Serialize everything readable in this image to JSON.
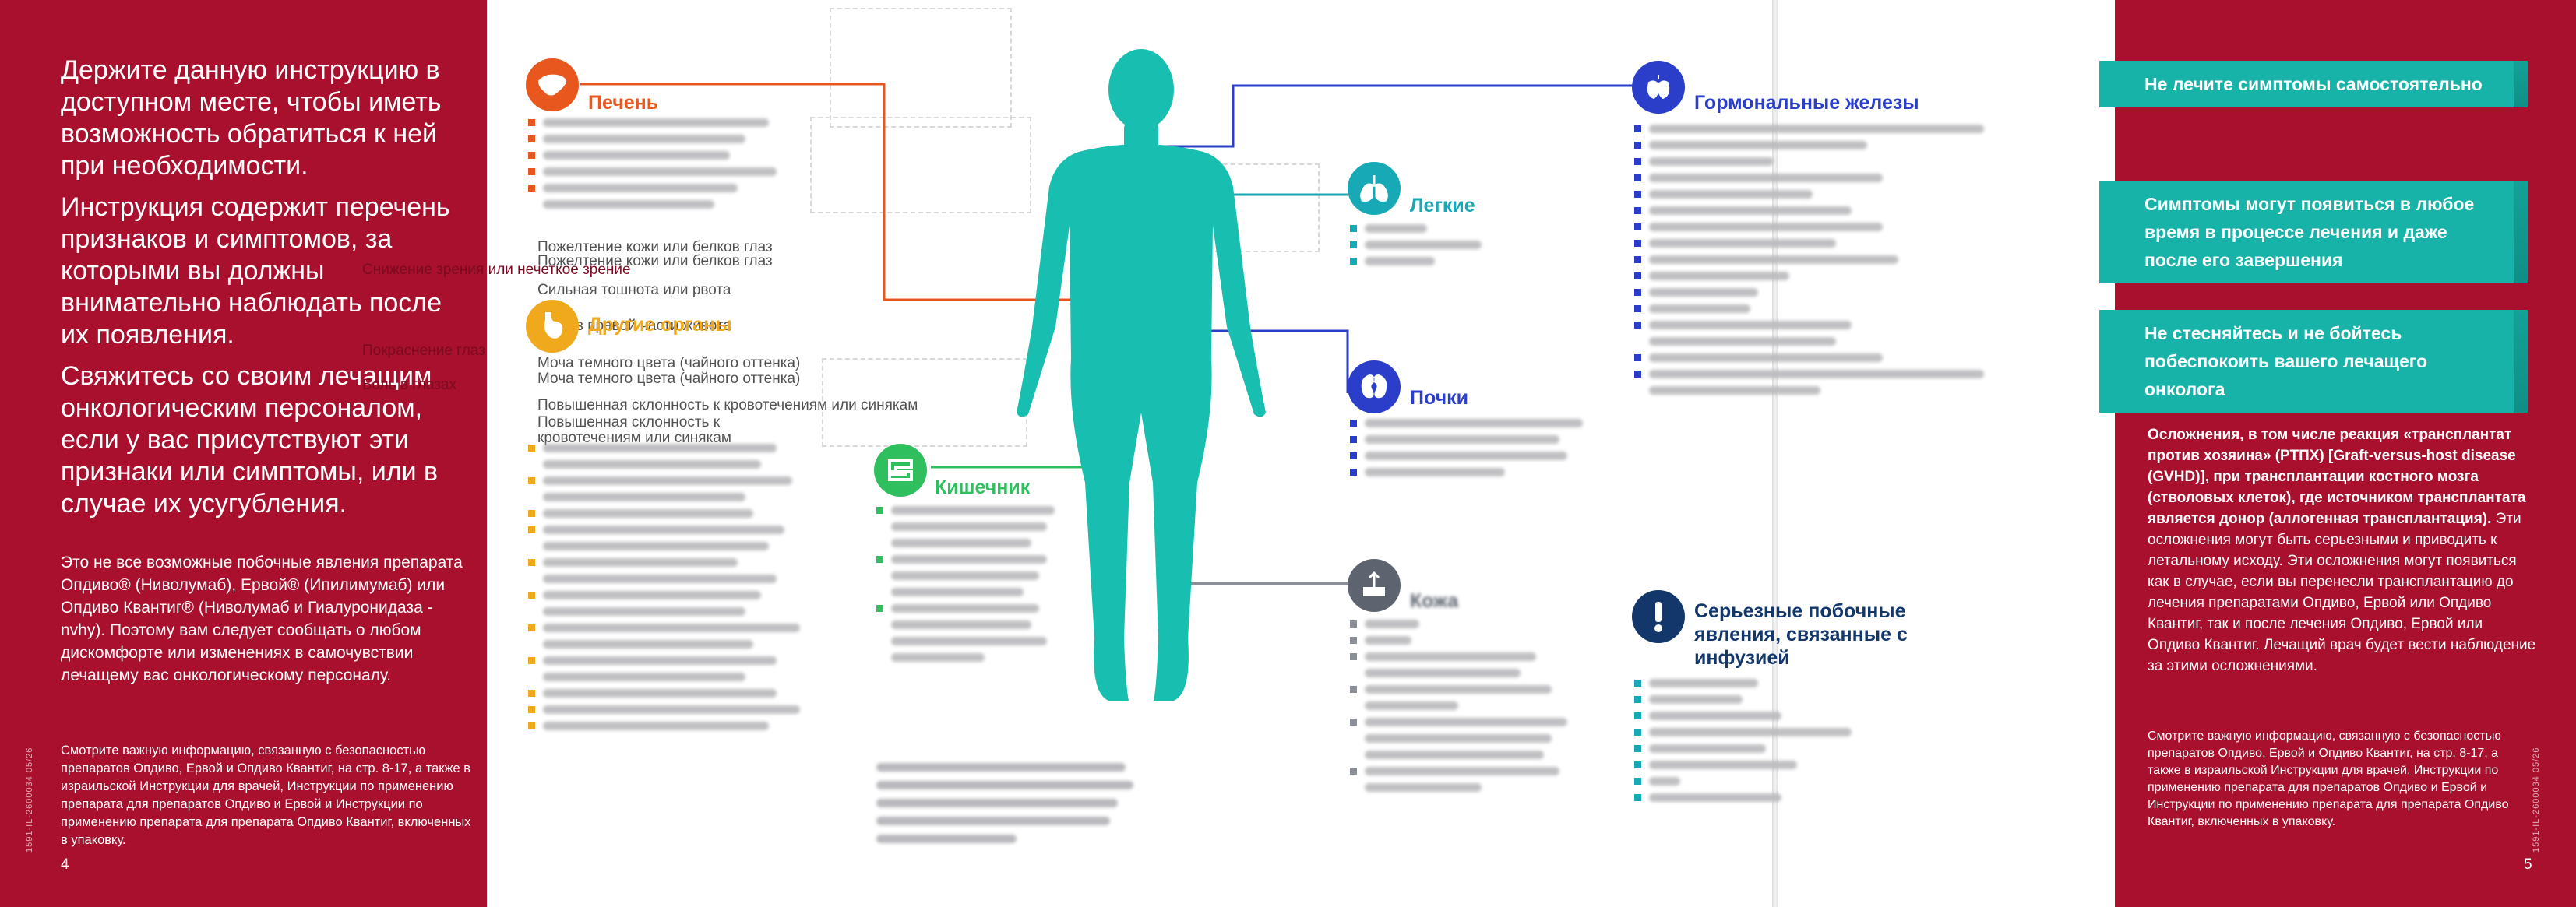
{
  "left_panel": {
    "para1": "Держите данную инструкцию в доступном месте, чтобы иметь возможность обратиться к ней при необходимости.",
    "para2": "Инструкция содержит перечень признаков и симптомов, за которыми вы должны внимательно наблюдать после их появления.",
    "para3": "Свяжитесь со своим лечащим онкологическим персоналом, если у вас присутствуют эти признаки или симптомы, или в случае их усугубления.",
    "para4": "Это не все возможные побочные явления препарата Опдиво® (Ниволумаб), Ервой® (Ипилимумаб) или Опдиво Квантиг® (Ниволумаб и Гиалуронидаза - nvhy). Поэтому вам следует сообщать о любом дискомфорте или изменениях в самочувствии лечащему вас онкологическому персоналу.",
    "para5": "Смотрите важную информацию, связанную с безопасностью препаратов Опдиво, Ервой и Опдиво Квантиг, на стр. 8-17, а также в израильской Инструкции для врачей, Инструкции по применению препарата для препаратов Опдиво и Ервой и Инструкции по применению препарата для препарата Опдиво Квантиг, включенных в упаковку.",
    "page_number": "4",
    "vertical_code": "1591-IL-2600034 05/26"
  },
  "sections": {
    "liver": "Печень",
    "digestive": "Другие органы",
    "intestine": "Кишечник",
    "hormonal": "Гормональные железы",
    "lungs": "Легкие",
    "kidneys": "Почки",
    "skin": "Кожа",
    "serious": "Серьезные побочные явления, связанные с инфузией"
  },
  "overlay_texts": {
    "t1": "Пожелтение кожи или белков глаз",
    "t2": "Пожелтение кожи или белков глаз",
    "t3": "Сильная тошнота или рвота",
    "t4": "Боль в правой части живота",
    "t5": "Моча темного цвета (чайного оттенка)",
    "t6": "Моча темного цвета (чайного оттенка)",
    "t7": "Повышенная склонность к кровотечениям или синякам",
    "t8": "Повышенная склонность к",
    "t9": "кровотечениям или синякам",
    "t10": "Покраснение глаз",
    "t11": "Боль в глазах",
    "t12": "Снижение зрения или нечеткое зрение"
  },
  "right_panel": {
    "box1": "Не лечите симптомы самостоятельно",
    "box2": "Симптомы могут появиться в любое время в процессе лечения и даже после его завершения",
    "box3": "Не стесняйтесь и не бойтесь побеспокоить вашего лечащего онколога",
    "gvhd_bold": "Осложнения, в том числе реакция «трансплантат против хозяина» (РТПХ) [Graft-versus-host disease (GVHD)], при трансплантации костного мозга (стволовых клеток), где источником трансплантата является донор (аллогенная трансплантация).",
    "gvhd_normal": " Эти осложнения могут быть серьезными и приводить к летальному исходу. Эти осложнения могут появиться как в случае, если вы перенесли трансплантацию до лечения препаратами Опдиво, Ервой или Опдиво Квантиг, так и после лечения Опдиво, Ервой или Опдиво Квантиг. Лечащий врач будет вести наблюдение за этими осложнениями.",
    "footnote": "Смотрите важную информацию, связанную с безопасностью препаратов Опдиво, Ервой и Опдиво Квантиг, на стр. 8-17, а также в израильской Инструкции для врачей, Инструкции по применению препарата для препаратов Опдиво и Ервой и Инструкции по применению препарата для препарата Опдиво Квантиг, включенных в упаковку.",
    "page_number": "5",
    "vertical_code": "1591-IL-2600034 05/26"
  },
  "colors": {
    "brand_red": "#a8102e",
    "teal": "#18b3a8",
    "liver_orange": "#e8571e",
    "other_yellow": "#f0a81c",
    "intestine_green": "#2fbf5e",
    "hormonal_blue": "#2a3ec9",
    "lungs_teal": "#17a9b6",
    "kidney_blue": "#2a3ec9",
    "skin_gray": "#5d6470",
    "serious_navy": "#13376b"
  }
}
